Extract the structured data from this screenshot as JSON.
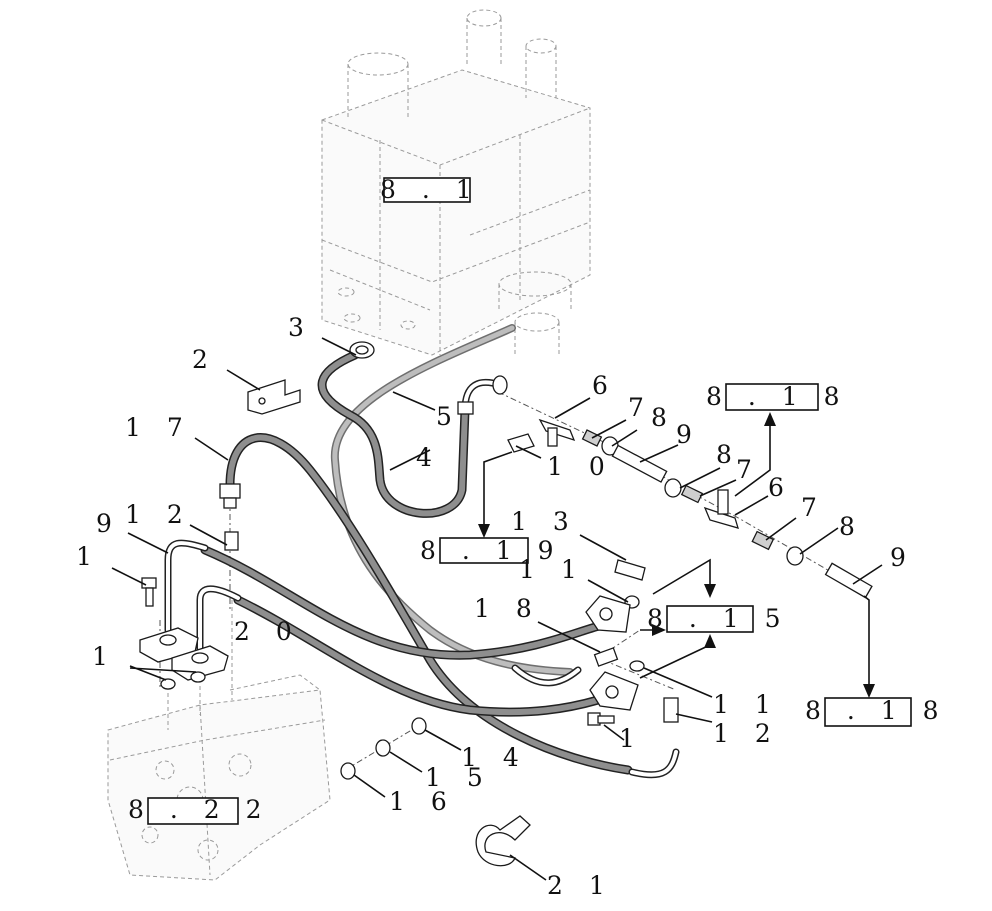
{
  "references": [
    {
      "id": "ref-machine",
      "text": "8 . 1"
    },
    {
      "id": "ref-upper-right",
      "text": "8 . 1 8"
    },
    {
      "id": "ref-lower-right",
      "text": "8 . 1 8"
    },
    {
      "id": "ref-tee-left",
      "text": "8 . 1 9"
    },
    {
      "id": "ref-flange",
      "text": "8 . 1 5"
    },
    {
      "id": "ref-pump",
      "text": "8 . 2 2"
    }
  ],
  "callouts": {
    "c3": "3",
    "c2": "2",
    "c5": "5",
    "c4": "4",
    "c17": "1 7",
    "c12a": "1 2",
    "c9a": "9",
    "c1a": "1",
    "c1b": "1",
    "c20": "2 0",
    "c6a": "6",
    "c7a": "7",
    "c8a": "8",
    "c9b": "9",
    "c10": "1 0",
    "c8b": "8",
    "c7b": "7",
    "c6b": "6",
    "c7c": "7",
    "c8c": "8",
    "c9c": "9",
    "c13": "1 3",
    "c11a": "1 1",
    "c18": "1 8",
    "c11b": "1 1",
    "c12b": "1 2",
    "c1c": "1",
    "c14": "1 4",
    "c15": "1 5",
    "c16": "1 6",
    "c21": "2 1"
  },
  "colors": {
    "line": "#111111",
    "ghost": "#9a9a9a",
    "hose": "#8e8e8e"
  }
}
